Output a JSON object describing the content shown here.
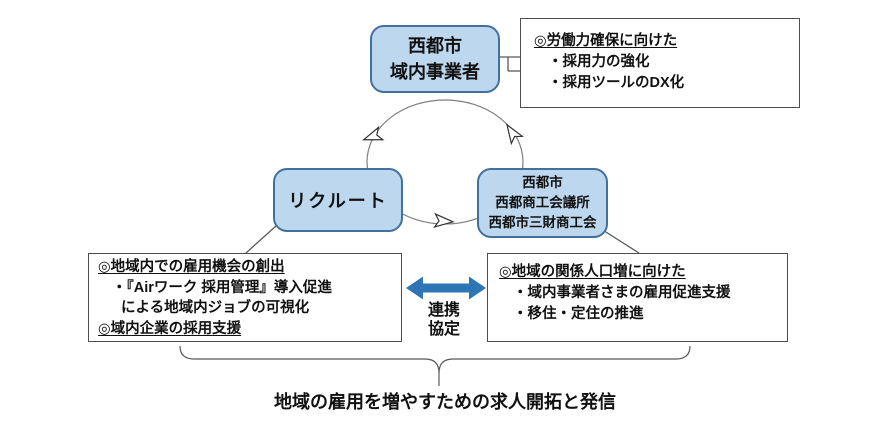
{
  "nodes": {
    "business": "西都市\n域内事業者",
    "recruit": "リクルート",
    "partners": "西都市\n西都商工会議所\n西都市三財商工会"
  },
  "callouts": {
    "labor": {
      "lines": [
        "◎労働力確保に向けた",
        "・採用力の強化",
        "・採用ツールのDX化"
      ]
    },
    "recruit_actions": {
      "lines": [
        "◎地域内での雇用機会の創出",
        "・『Airワーク 採用管理』導入促進",
        "による地域内ジョブの可視化",
        "◎域内企業の採用支援"
      ]
    },
    "region": {
      "lines": [
        "◎地域の関係人口増に向けた",
        "・域内事業者さまの雇用促進支援",
        "・移住・定住の推進"
      ]
    }
  },
  "partnership": "連携\n協定",
  "caption": "地域の雇用を増やすための求人開拓と発信",
  "colors": {
    "node_fill": "#BDD7EE",
    "node_border": "#41719C",
    "partnership_arrow": "#2E75B6",
    "connector_gray": "#595959",
    "cycle_gray": "#7f7f7f"
  },
  "icons": {
    "cycle_arrowhead": "▷",
    "partnership_double_arrow": "↔",
    "brace": "⏟"
  }
}
